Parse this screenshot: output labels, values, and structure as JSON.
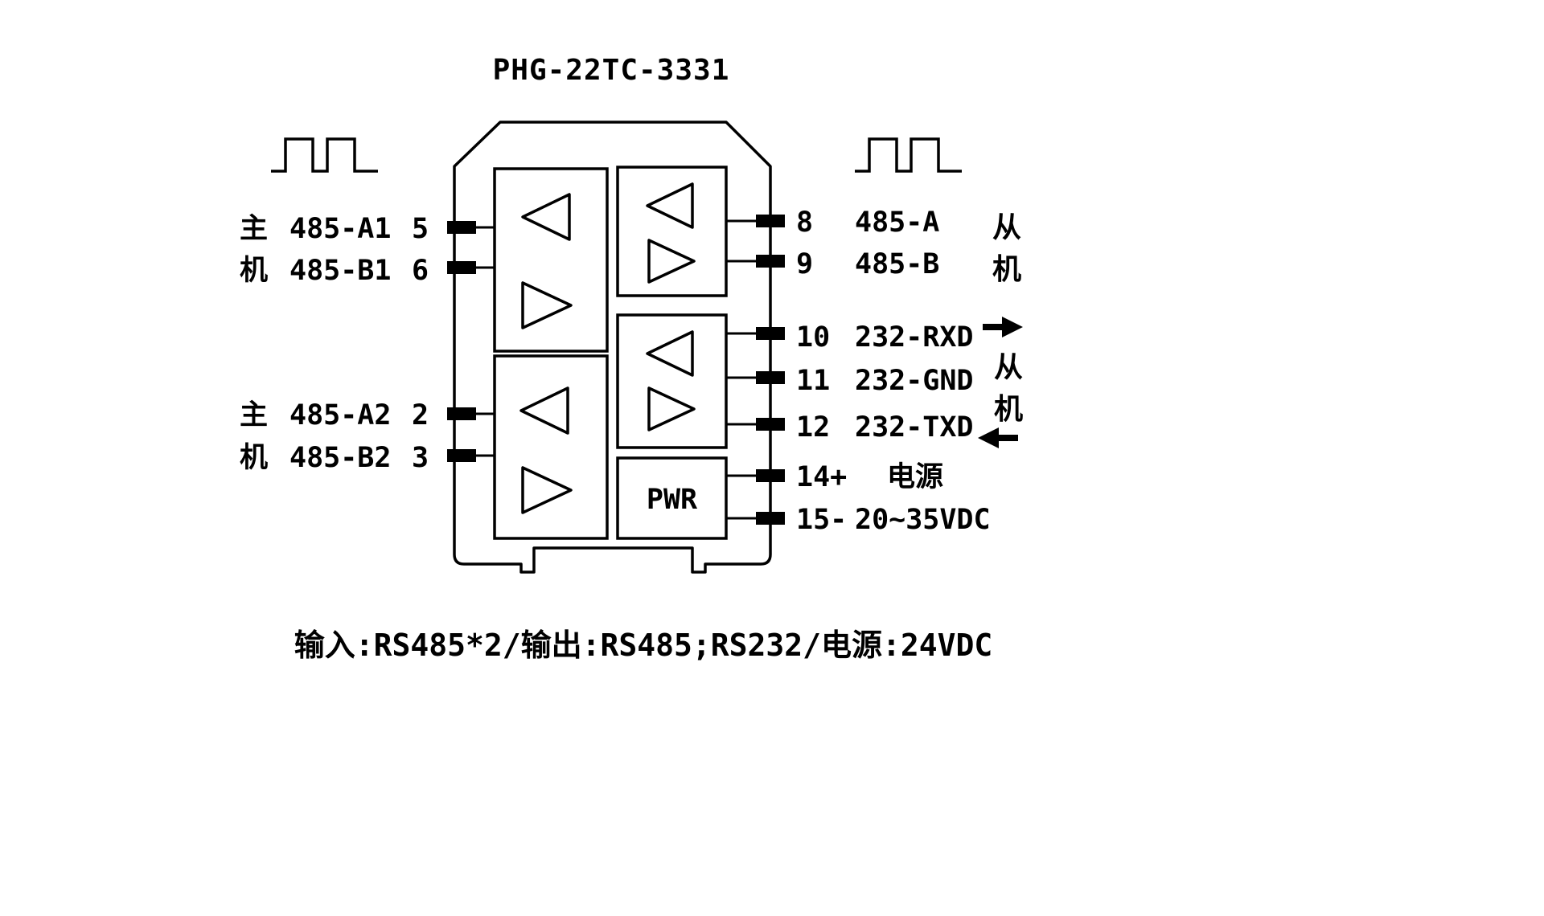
{
  "title": "PHG-22TC-3331",
  "device": {
    "pwr_label": "PWR"
  },
  "left_pins": [
    {
      "group": "主",
      "signal": "485-A1",
      "pin": "5"
    },
    {
      "group": "机",
      "signal": "485-B1",
      "pin": "6"
    },
    {
      "group": "主",
      "signal": "485-A2",
      "pin": "2"
    },
    {
      "group": "机",
      "signal": "485-B2",
      "pin": "3"
    }
  ],
  "right_pins": [
    {
      "pin": "8",
      "signal": "485-A"
    },
    {
      "pin": "9",
      "signal": "485-B"
    },
    {
      "pin": "10",
      "signal": "232-RXD"
    },
    {
      "pin": "11",
      "signal": "232-GND"
    },
    {
      "pin": "12",
      "signal": "232-TXD"
    },
    {
      "pin": "14+",
      "signal": "电源"
    },
    {
      "pin": "15-",
      "signal": "20~35VDC"
    }
  ],
  "annotations": {
    "slave_485": {
      "line1": "从",
      "line2": "机"
    },
    "slave_232": {
      "line1": "从",
      "line2": "机"
    },
    "bottom_note": "输入:RS485*2/输出:RS485;RS232/电源:24VDC"
  }
}
